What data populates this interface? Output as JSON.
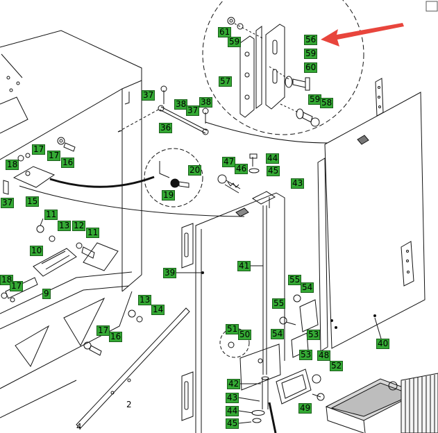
{
  "figure": {
    "callouts": [
      "61",
      "59",
      "56",
      "59",
      "60",
      "57",
      "59",
      "58",
      "37",
      "38",
      "38",
      "37",
      "36",
      "17",
      "17",
      "16",
      "18",
      "20",
      "47",
      "46",
      "44",
      "45",
      "43",
      "19",
      "37",
      "15",
      "11",
      "13",
      "12",
      "11",
      "10",
      "41",
      "39",
      "18",
      "17",
      "9",
      "55",
      "54",
      "13",
      "14",
      "55",
      "17",
      "16",
      "51",
      "50",
      "54",
      "53",
      "40",
      "53",
      "48",
      "52",
      "42",
      "43",
      "49",
      "44",
      "45"
    ],
    "plain_numbers": [
      "2",
      "4"
    ]
  },
  "colors": {
    "callout_fill": "#34a934",
    "callout_border": "#1a5e1a",
    "callout_text": "#000000",
    "pointer_arrow": "#e8453c",
    "line_art": "#111111"
  }
}
